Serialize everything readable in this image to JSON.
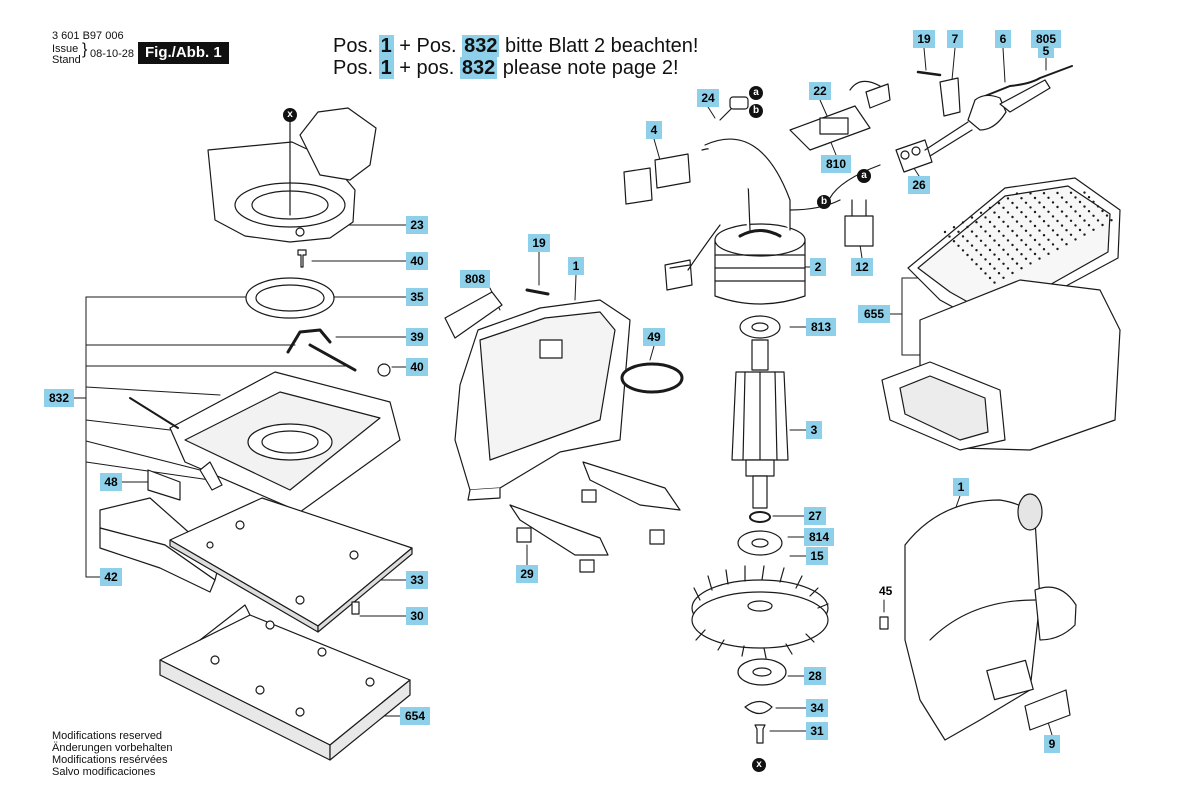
{
  "header": {
    "doc_number": "3 601 B97 006",
    "issue_label": "Issue",
    "stand_label": "Stand",
    "date": "08-10-28",
    "figure_label": "Fig./Abb. 1"
  },
  "notes": [
    {
      "prefix": "Pos. ",
      "pos1": "1",
      "mid": " + Pos. ",
      "pos2": "832",
      "suffix": " bitte Blatt 2 beachten!"
    },
    {
      "prefix": "Pos. ",
      "pos1": "1",
      "mid": " + pos. ",
      "pos2": "832",
      "suffix": " please note page 2!"
    }
  ],
  "footer": [
    "Modifications reserved",
    "Änderungen vorbehalten",
    "Modifications resérvées",
    "Salvo modificaciones"
  ],
  "connection_markers": [
    "x",
    "a",
    "b"
  ],
  "callouts": [
    "23",
    "40",
    "35",
    "39",
    "40",
    "832",
    "48",
    "42",
    "33",
    "30",
    "654",
    "808",
    "19",
    "1",
    "49",
    "29",
    "19",
    "7",
    "6",
    "805",
    "5",
    "24",
    "4",
    "22",
    "810",
    "26",
    "2",
    "12",
    "813",
    "3",
    "27",
    "814",
    "15",
    "28",
    "34",
    "31",
    "655",
    "1",
    "45",
    "9"
  ],
  "colors": {
    "callout_bg": "#8ed0ea",
    "line": "#1a1a1a",
    "fill": "#ffffff",
    "shade": "#9a9a9a"
  }
}
